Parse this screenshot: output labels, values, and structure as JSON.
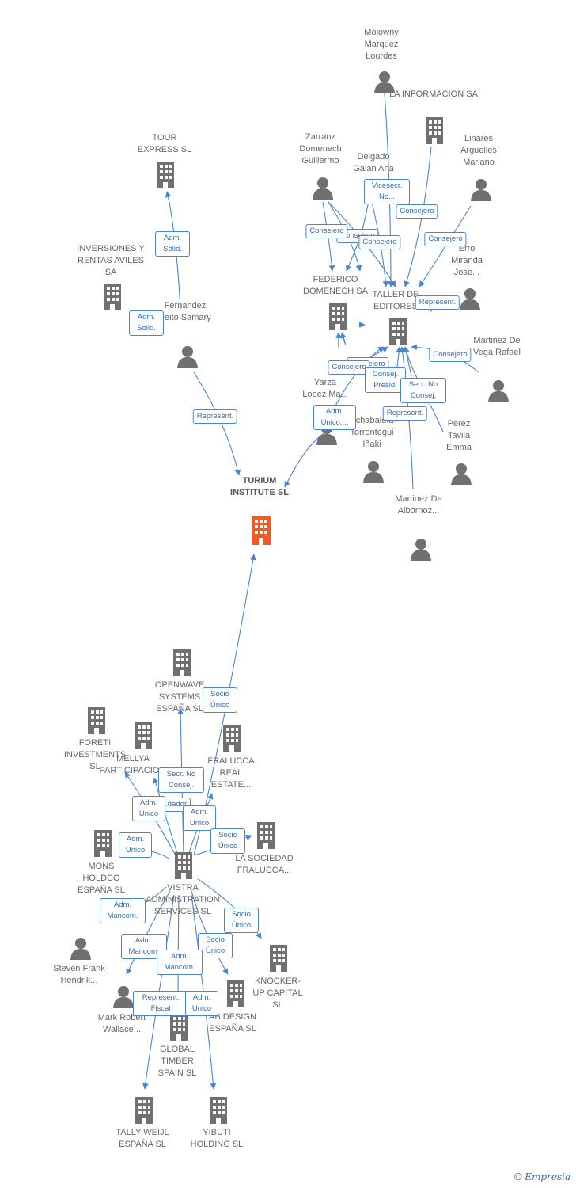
{
  "colors": {
    "edge": "#4a86cf",
    "icon": "#707070",
    "main_icon": "#f05a28",
    "label_border": "#4a86cf",
    "label_text": "#2f6db5"
  },
  "nodes": {
    "molowny": {
      "label": "Molowny Marquez Lourdes",
      "type": "person"
    },
    "la_informacion": {
      "label": "LA INFORMACION SA",
      "type": "company"
    },
    "zarranz": {
      "label": "Zarranz Domenech Guillermo",
      "type": "person"
    },
    "delgado": {
      "label": "Delgado Galan Ana",
      "type": "person"
    },
    "linares": {
      "label": "Linares Arguelles Mariano",
      "type": "person"
    },
    "tour_express": {
      "label": "TOUR EXPRESS SL",
      "type": "company"
    },
    "inversiones": {
      "label": "INVERSIONES Y RENTAS AVILES SA",
      "type": "company"
    },
    "fernandez": {
      "label": "Fernandez Feito Samary",
      "type": "person"
    },
    "federico": {
      "label": "FEDERICO DOMENECH SA",
      "type": "company"
    },
    "taller": {
      "label": "TALLER DE EDITORES",
      "type": "company"
    },
    "erro": {
      "label": "Erro Miranda Jose...",
      "type": "person"
    },
    "martinez_vega": {
      "label": "Martinez De Vega Rafael",
      "type": "person"
    },
    "yarza": {
      "label": "Yarza Lopez Ma...",
      "type": "person"
    },
    "echabaleta": {
      "label": "Echabaleta Torrontegui Iñaki",
      "type": "person"
    },
    "perez": {
      "label": "Perez Tavila Emma",
      "type": "person"
    },
    "martinez_albornoz": {
      "label": "Martinez De Albornoz...",
      "type": "person"
    },
    "turium": {
      "label": "TURIUM INSTITUTE SL",
      "type": "main"
    },
    "openwave": {
      "label": "OPENWAVE SYSTEMS ESPAÑA SL",
      "type": "company"
    },
    "foreti": {
      "label": "FORETI INVESTMENTS SL",
      "type": "company"
    },
    "mellya": {
      "label": "MELLYA PARTICIPACIO...",
      "type": "company"
    },
    "fralucca_real": {
      "label": "FRALUCCA REAL ESTATE...",
      "type": "company"
    },
    "mons": {
      "label": "MONS HOLDCO ESPAÑA SL",
      "type": "company"
    },
    "la_sociedad": {
      "label": "LA SOCIEDAD FRALUCCA...",
      "type": "company"
    },
    "vistra": {
      "label": "VISTRA ADMINISTRATION SERVICES SL",
      "type": "company"
    },
    "steven": {
      "label": "Steven Frank Hendrik...",
      "type": "person"
    },
    "knocker": {
      "label": "KNOCKER-UP CAPITAL SL",
      "type": "company"
    },
    "mark": {
      "label": "Mark Robert Wallace...",
      "type": "person"
    },
    "ab_design": {
      "label": "AB DESIGN ESPAÑA SL",
      "type": "company"
    },
    "global_timber": {
      "label": "GLOBAL TIMBER SPAIN SL",
      "type": "company"
    },
    "tally": {
      "label": "TALLY WEIJL ESPAÑA SL",
      "type": "company"
    },
    "yibuti": {
      "label": "YIBUTI HOLDING SL",
      "type": "company"
    }
  },
  "edge_labels": {
    "adm_solid_tour": "Adm. Solid.",
    "adm_solid_inv": "Adm. Solid.",
    "represent_fernandez": "Represent.",
    "vicesecr": "Vicesecr. No...",
    "consejero_1": "Consejero",
    "consejero_2": "Consejero",
    "consejero_3": "Consejero",
    "consejero_4": "Consejero",
    "consejero_5": "Consejero",
    "consejero_6": "Consejero",
    "consejero_7": "Consejero",
    "consejero_8": "Consejero",
    "represent_erro": "Represent.",
    "consej_presid": "Consej. Presid.",
    "secr_no_consej": "Secr. No Consej.",
    "represent_perez": "Represent.",
    "adm_unico_yarza": "Adm. Unico,...",
    "socio_unico_top": "Socio Único",
    "secr_no_consej_2": "Secr. No Consej.",
    "liquidador": "...dador",
    "adm_unico_1": "Adm. Unico",
    "adm_unico_2": "Adm. Unico",
    "socio_unico_2": "Socio Único",
    "adm_unico_3": "Adm. Unico",
    "adm_mancom_1": "Adm. Mancom.",
    "socio_unico_3": "Socio Único",
    "adm_mancom_2": "Adm. Mancom.",
    "socio_unico_4": "Socio Único",
    "adm_mancom_3": "Adm. Mancom.",
    "represent_fiscal": "Represent. Fiscal",
    "adm_unico_4": "Adm. Unico"
  },
  "footer": {
    "copyright": "©",
    "brand": "Empresia"
  }
}
